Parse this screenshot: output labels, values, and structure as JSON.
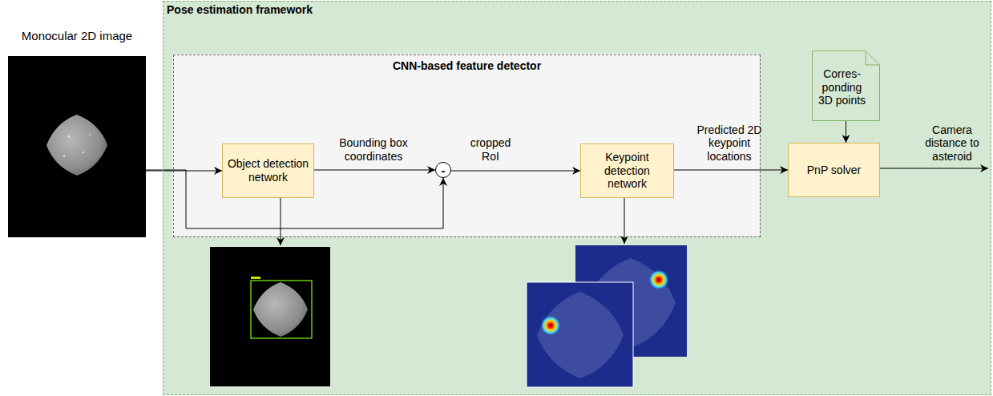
{
  "diagram": {
    "nodes": [
      {
        "text": [
          "Monocular 2D image"
        ]
      },
      {
        "text": [
          "Pose estimation framework"
        ]
      },
      {
        "text": [
          "CNN-based feature detector"
        ],
        "in": 1
      },
      {
        "text": [
          "Object detection network"
        ],
        "in": 2
      },
      {
        "text": [
          "-"
        ],
        "in": 2
      },
      {
        "text": [
          "Keypoint detection network"
        ],
        "in": 2
      },
      {
        "text": [
          "Corres- ponding 3D points"
        ],
        "in": 1
      },
      {
        "text": [
          "PnP solver"
        ],
        "in": 1
      }
    ],
    "edges": [
      {
        "from": 0,
        "to": 3,
        "arrow": "to"
      },
      {
        "from": 0,
        "to": 4,
        "arrow": "to"
      },
      {
        "from": 3,
        "to": 4,
        "label": "Bounding box coordinates",
        "arrow": "to"
      },
      {
        "from": 4,
        "to": 5,
        "label": "cropped RoI",
        "arrow": "to"
      },
      {
        "from": 5,
        "to": 7,
        "label": "Predicted 2D keypoint locations",
        "arrow": "to"
      },
      {
        "from": 6,
        "to": 7,
        "arrow": "to"
      }
    ],
    "labels": [
      "Camera distance to asteroid"
    ]
  }
}
